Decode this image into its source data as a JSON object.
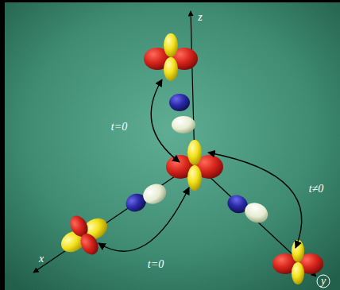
{
  "diagram": {
    "labels": [
      "z",
      "t=0",
      "t≠0",
      "x",
      "t=0",
      "y"
    ]
  }
}
